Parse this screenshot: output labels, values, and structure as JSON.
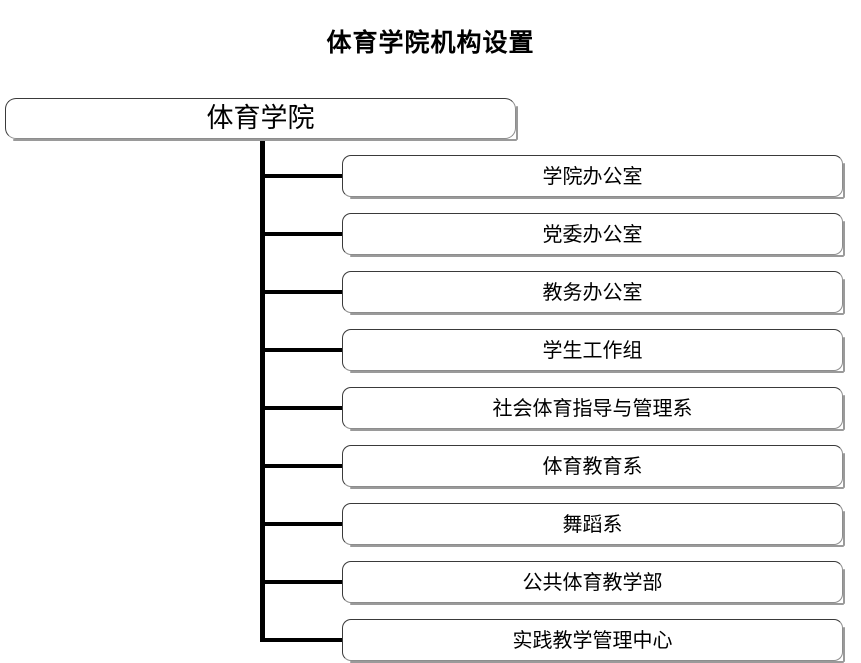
{
  "chart": {
    "title": "体育学院机构设置",
    "root": {
      "label": "体育学院"
    },
    "children": [
      {
        "label": "学院办公室"
      },
      {
        "label": "党委办公室"
      },
      {
        "label": "教务办公室"
      },
      {
        "label": "学生工作组"
      },
      {
        "label": "社会体育指导与管理系"
      },
      {
        "label": "体育教育系"
      },
      {
        "label": "舞蹈系"
      },
      {
        "label": "公共体育教学部"
      },
      {
        "label": "实践教学管理中心"
      }
    ],
    "colors": {
      "background": "#ffffff",
      "box_border": "#3a3a3a",
      "box_shadow": "#9a9a9a",
      "connector": "#000000",
      "text": "#000000"
    }
  }
}
